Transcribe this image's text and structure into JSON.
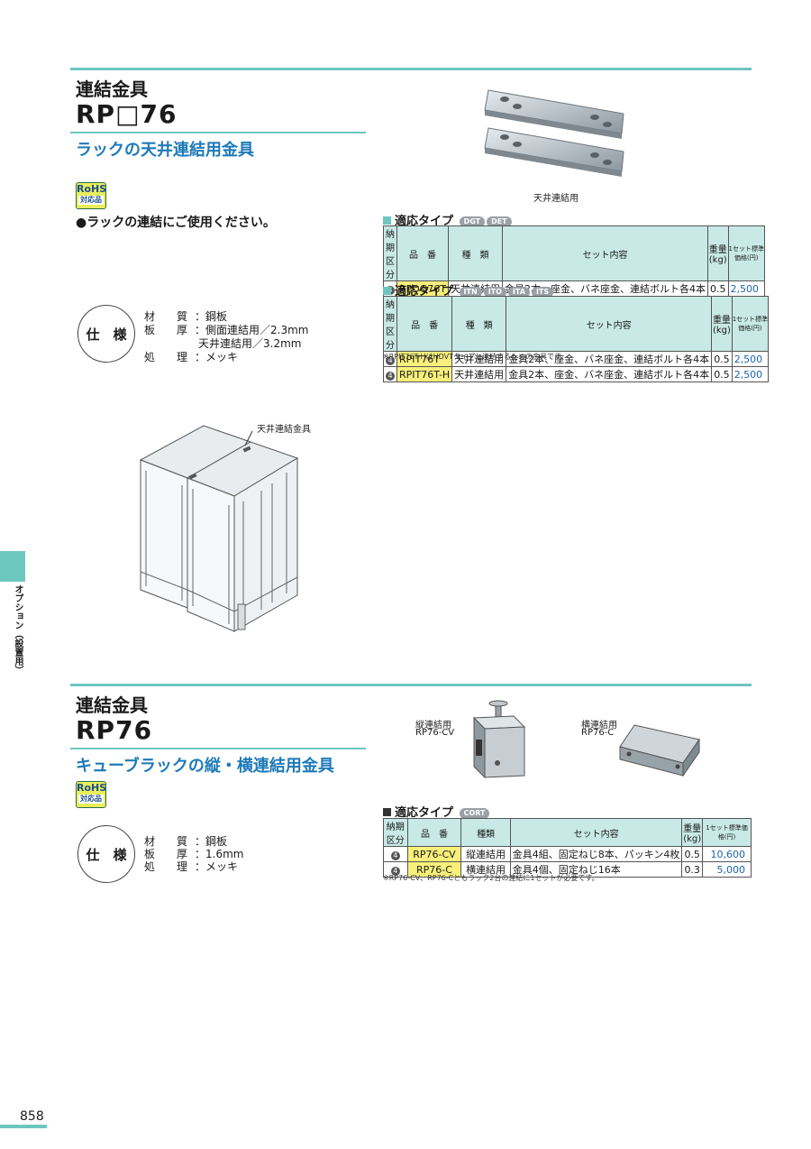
{
  "section1": {
    "title_small": "連結金具",
    "title_big": "RP□76",
    "subtitle": "ラックの天井連結用金具",
    "rohs": {
      "top": "RoHS",
      "bottom": "対応品"
    },
    "bullet": "●ラックの連結にご使用ください。",
    "spec_label": "仕　様",
    "specs": [
      {
        "key": "材　　質",
        "value": "：鋼板"
      },
      {
        "key": "板　　厚",
        "value": "：側面連結用／2.3mm"
      },
      {
        "key": "",
        "value": "天井連結用／3.2mm"
      },
      {
        "key": "処　　理",
        "value": "：メッキ"
      }
    ],
    "photo_caption": "天井連結用",
    "diagram_caption": "天井連結金具",
    "table_a": {
      "type_label": "適応タイプ",
      "tags": [
        "DGT",
        "DET"
      ],
      "headers": [
        "納期区分",
        "品　番",
        "種　類",
        "セット内容",
        "重量(kg)",
        "1セット標準価格(円)"
      ],
      "rows": [
        {
          "lead": "4",
          "part": "RPDG76T",
          "kind": "天井連結用",
          "contents": "金具2本、座金、バネ座金、連結ボルト各4本",
          "weight": "0.5",
          "price": "2,500"
        }
      ]
    },
    "table_b": {
      "type_label": "適応タイプ",
      "tags": [
        "ITN",
        "ITO",
        "ITA",
        "ITS"
      ],
      "headers": [
        "納期区分",
        "品　番",
        "種　類",
        "セット内容",
        "重量(kg)",
        "1セット標準価格(円)"
      ],
      "rows": [
        {
          "lead": "4",
          "part": "RPIT76T",
          "kind": "天井連結用",
          "contents": "金具2本、座金、バネ座金、連結ボルト各4本",
          "weight": "0.5",
          "price": "2,500"
        },
        {
          "lead": "4",
          "part": "RPIT76T-H",
          "kind": "天井連結用",
          "contents": "金具2本、座金、バネ座金、連結ボルト各4本",
          "weight": "0.5",
          "price": "2,500"
        }
      ],
      "note": "※RPIT76T-HはHDVTタイプと連結するための金具です。"
    }
  },
  "section2": {
    "title_small": "連結金具",
    "title_big": "RP76",
    "subtitle": "キューブラックの縦・横連結用金具",
    "rohs": {
      "top": "RoHS",
      "bottom": "対応品"
    },
    "spec_label": "仕　様",
    "specs": [
      {
        "key": "材　　質",
        "value": "：鋼板"
      },
      {
        "key": "板　　厚",
        "value": "：1.6mm"
      },
      {
        "key": "処　　理",
        "value": "：メッキ"
      }
    ],
    "caption_cv_1": "縦連結用",
    "caption_cv_2": "RP76-CV",
    "caption_c_1": "横連結用",
    "caption_c_2": "RP76-C",
    "table": {
      "type_label": "適応タイプ",
      "tags": [
        "CORT"
      ],
      "headers": [
        "納期区分",
        "品　番",
        "種類",
        "セット内容",
        "重量(kg)",
        "1セット標準価格(円)"
      ],
      "rows": [
        {
          "lead": "4",
          "part": "RP76-CV",
          "kind": "縦連結用",
          "contents": "金具4組、固定ねじ8本、パッキン4枚",
          "weight": "0.5",
          "price": "10,600"
        },
        {
          "lead": "4",
          "part": "RP76-C",
          "kind": "横連結用",
          "contents": "金具4個、固定ねじ16本",
          "weight": "0.3",
          "price": "5,000"
        }
      ],
      "note": "※RP76-CV、RP76-Cともラック2台の連結に1セットが必要です。"
    }
  },
  "side_tab": "オプション（設置用）",
  "page_number": "858",
  "colors": {
    "accent": "#6cc7c0",
    "subtitle": "#1e7ab8",
    "price": "#1e64b0",
    "part_bg": "#f8f07a",
    "header_bg": "#c8e9e5"
  }
}
